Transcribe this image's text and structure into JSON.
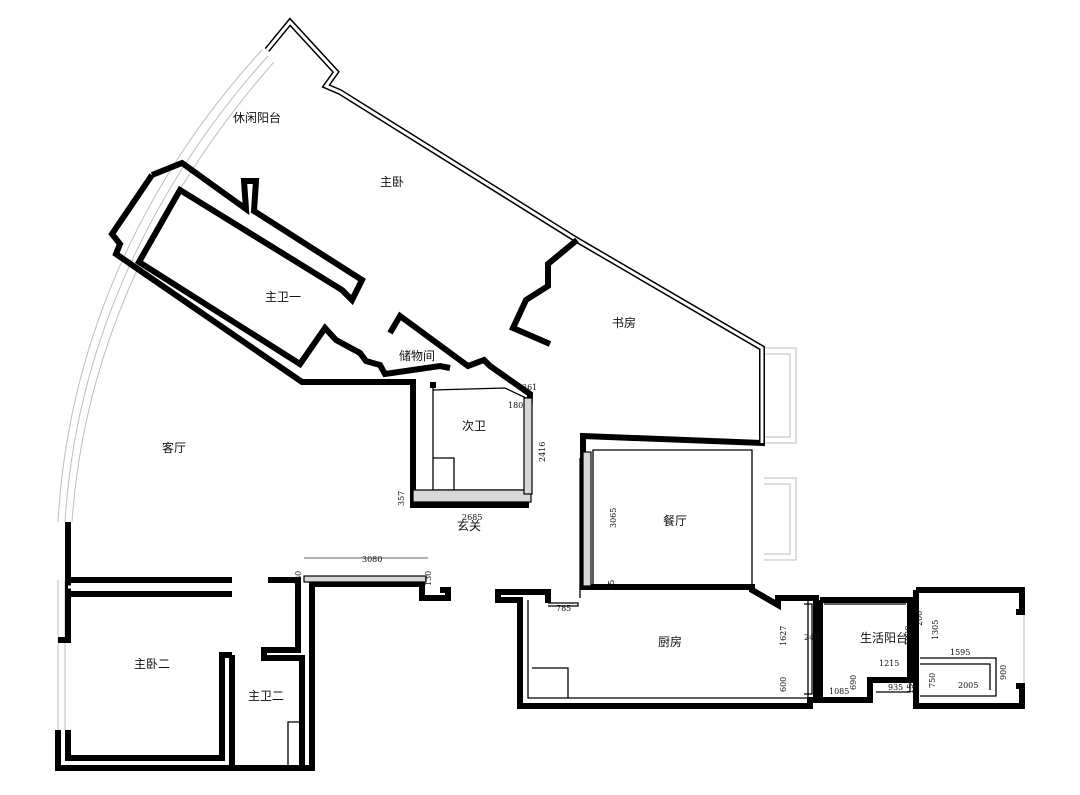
{
  "rooms": {
    "leisure_balcony": "休闲阳台",
    "master_bedroom": "主卧",
    "master_bath_1": "主卫一",
    "storage": "储物间",
    "study": "书房",
    "second_bath": "次卫",
    "living_room": "客厅",
    "entrance": "玄关",
    "dining_room": "餐厅",
    "kitchen": "厨房",
    "utility_balcony": "生活阳台",
    "master_bedroom_2": "主卧二",
    "master_bath_2": "主卫二"
  },
  "dimensions": {
    "d361": "361",
    "d180": "180",
    "d2416": "2416",
    "d357": "357",
    "d2685": "2685",
    "d3065": "3065",
    "d65": "65",
    "d3080": "3080",
    "d130a": "130",
    "d130b": "130",
    "d785": "785",
    "d1627": "1627",
    "d240": "240",
    "d600": "600",
    "d1085": "1085",
    "d690": "690",
    "d935": "935",
    "d1215": "1215",
    "d150": "150",
    "d750": "750",
    "d1595": "1595",
    "d2005": "2005",
    "d900": "900",
    "d1305": "1305",
    "d1030": "1030",
    "d200": "200"
  }
}
